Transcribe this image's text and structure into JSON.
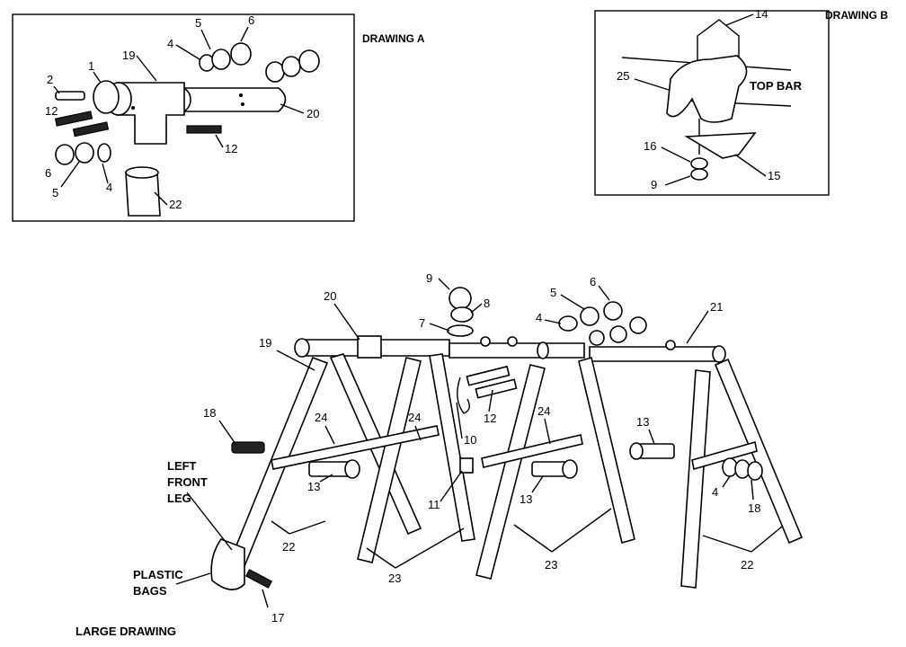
{
  "titles": {
    "drawing_a": "DRAWING A",
    "drawing_b": "DRAWING B",
    "large": "LARGE DRAWING"
  },
  "labels": {
    "top_bar": "TOP BAR",
    "left_front": "LEFT",
    "left_front_2": "FRONT",
    "left_front_3": "LEG",
    "plastic": "PLASTIC",
    "bags": "BAGS"
  },
  "callouts_a": [
    "5",
    "6",
    "4",
    "1",
    "19",
    "2",
    "12",
    "20",
    "12",
    "6",
    "5",
    "4",
    "22"
  ],
  "callouts_b": [
    "14",
    "25",
    "16",
    "9",
    "15"
  ],
  "callouts_main": [
    "9",
    "8",
    "7",
    "5",
    "6",
    "4",
    "20",
    "21",
    "19",
    "12",
    "10",
    "18",
    "24",
    "24",
    "24",
    "13",
    "13",
    "13",
    "4",
    "18",
    "11",
    "22",
    "23",
    "23",
    "22",
    "17"
  ]
}
